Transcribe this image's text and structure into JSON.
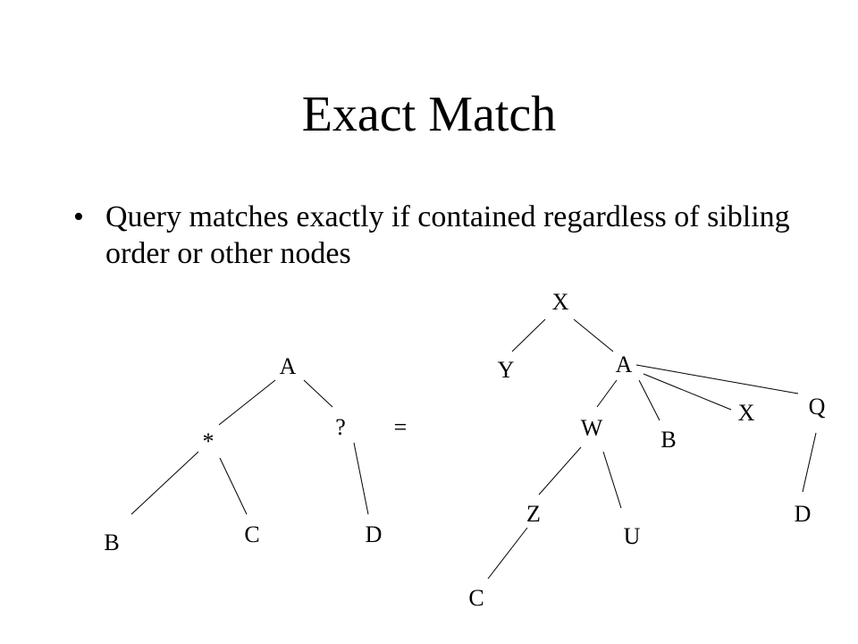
{
  "title": "Exact Match",
  "bullet": {
    "marker": "•",
    "text": "Query matches exactly if contained regardless of sibling order or other nodes"
  },
  "query_tree": {
    "root": "A",
    "wildcard_star": "*",
    "wildcard_question": "?",
    "leaf_b": "B",
    "leaf_c": "C",
    "leaf_d": "D"
  },
  "equals_sign": "=",
  "data_tree": {
    "root": "X",
    "y": "Y",
    "a": "A",
    "w": "W",
    "b": "B",
    "x": "X",
    "q": "Q",
    "z": "Z",
    "u": "U",
    "c": "C",
    "d": "D"
  }
}
